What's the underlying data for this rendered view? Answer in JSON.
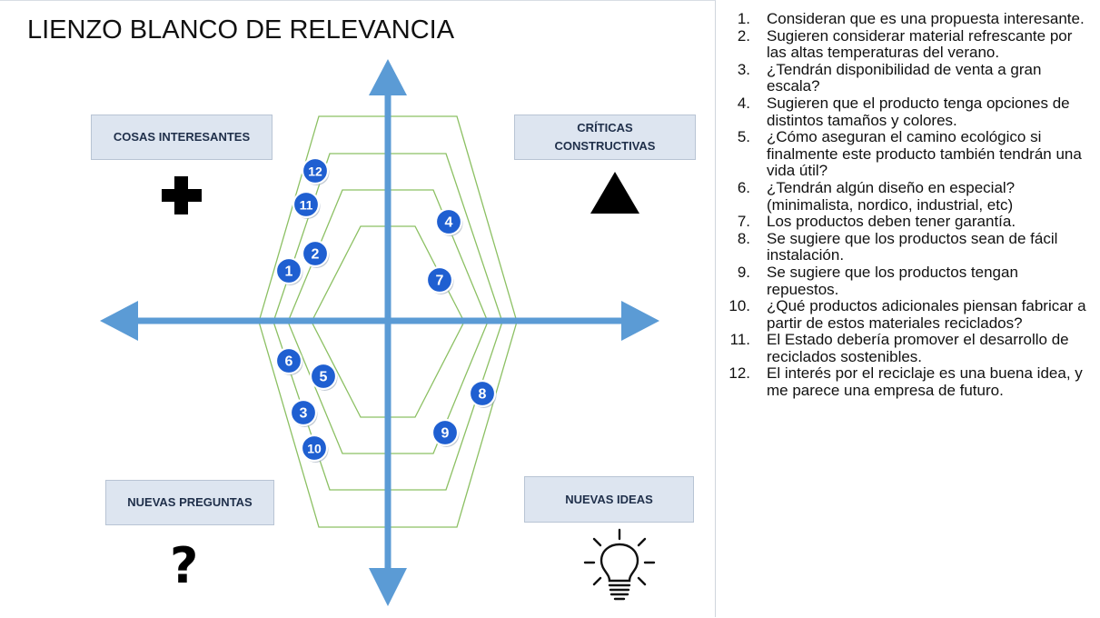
{
  "title": "LIENZO BLANCO DE RELEVANCIA",
  "quadrants": {
    "top_left": "COSAS INTERESANTES",
    "top_right_line1": "CRÍTICAS",
    "top_right_line2": "CONSTRUCTIVAS",
    "bottom_left": "NUEVAS PREGUNTAS",
    "bottom_right": "NUEVAS IDEAS"
  },
  "icons": {
    "top_left": "plus-icon",
    "top_right": "triangle-icon",
    "bottom_left": "question-mark-icon",
    "bottom_left_glyph": "?",
    "bottom_right": "lightbulb-icon"
  },
  "colors": {
    "axis": "#5b9bd5",
    "hexagon_lines": "#8cc063",
    "label_fill": "#dde5f0",
    "badge_fill": "#1f5fd1"
  },
  "badges": [
    "1",
    "2",
    "3",
    "4",
    "5",
    "6",
    "7",
    "8",
    "9",
    "10",
    "11",
    "12"
  ],
  "notes": [
    {
      "num": "1.",
      "text": "Consideran que es una propuesta interesante."
    },
    {
      "num": "2.",
      "text": "Sugieren considerar material refrescante por las altas temperaturas del verano."
    },
    {
      "num": "3.",
      "text": "¿Tendrán disponibilidad de venta a gran escala?"
    },
    {
      "num": "4.",
      "text": "Sugieren que el producto tenga opciones de distintos tamaños y colores."
    },
    {
      "num": "5.",
      "text": "¿Cómo aseguran el camino ecológico si finalmente este producto también tendrán una vida útil?"
    },
    {
      "num": "6.",
      "text": "¿Tendrán algún diseño en especial? (minimalista, nordico, industrial, etc)"
    },
    {
      "num": "7.",
      "text": "Los productos deben tener garantía."
    },
    {
      "num": "8.",
      "text": "Se sugiere que los productos sean de fácil instalación."
    },
    {
      "num": "9.",
      "text": "Se sugiere que los productos tengan repuestos."
    },
    {
      "num": "10.",
      "text": "¿Qué productos adicionales piensan fabricar a partir de estos materiales reciclados?"
    },
    {
      "num": "11.",
      "text": "El Estado debería promover el desarrollo de reciclados sostenibles."
    },
    {
      "num": "12.",
      "text": "El interés por el reciclaje es una buena idea, y me parece una empresa de futuro."
    }
  ]
}
